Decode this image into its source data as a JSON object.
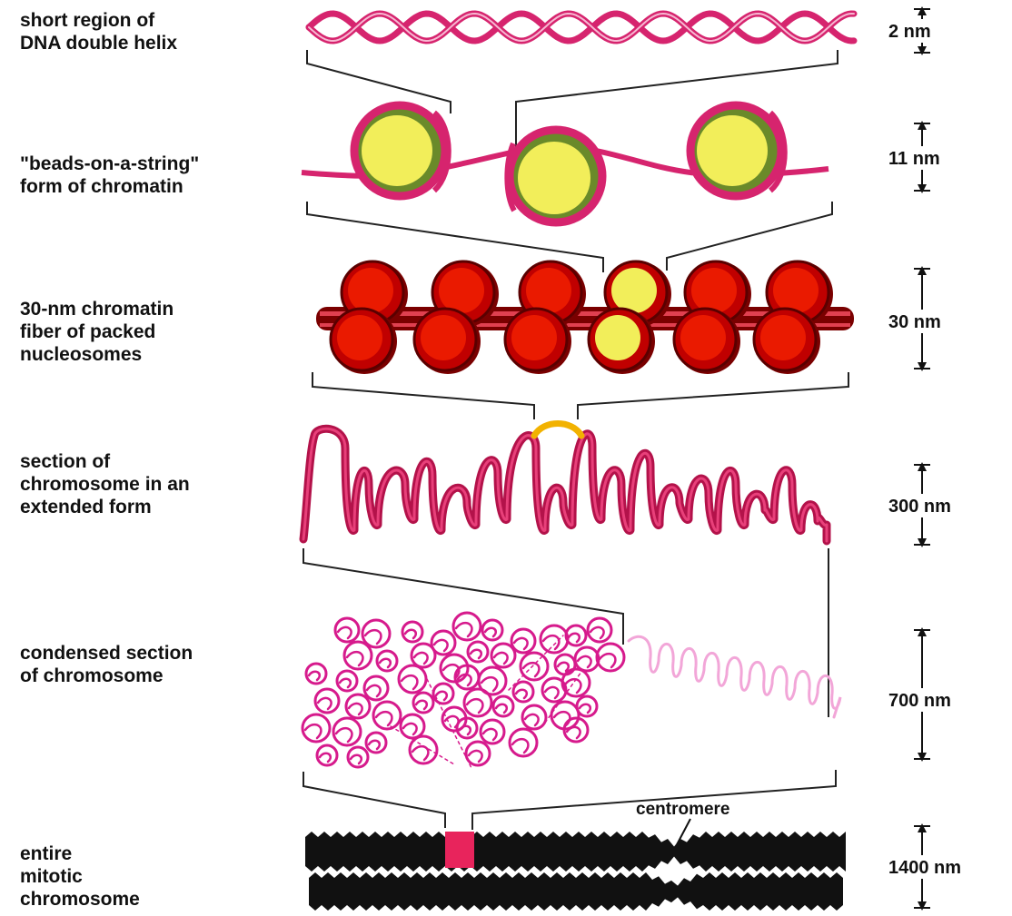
{
  "levels": [
    {
      "label_lines": [
        "short region of",
        "DNA double helix"
      ],
      "scale": "2 nm"
    },
    {
      "label_lines": [
        "\"beads-on-a-string\"",
        "form of chromatin"
      ],
      "scale": "11 nm"
    },
    {
      "label_lines": [
        "30-nm chromatin",
        "fiber of packed",
        "nucleosomes"
      ],
      "scale": "30 nm"
    },
    {
      "label_lines": [
        "section of",
        "chromosome in an",
        "extended form"
      ],
      "scale": "300 nm"
    },
    {
      "label_lines": [
        "condensed section",
        "of chromosome"
      ],
      "scale": "700 nm"
    },
    {
      "label_lines": [
        "entire",
        "mitotic",
        "chromosome"
      ],
      "scale": "1400 nm"
    }
  ],
  "annotations": {
    "centromere": "centromere"
  },
  "colors": {
    "dna": "#d6246e",
    "bead": "#f2ee5a",
    "fiber_red": "#ea1a00",
    "fiber_dark": "#7a0000",
    "condensed": "#d61a8c",
    "condensed_light": "#f2a6d8",
    "chromosome": "#111111",
    "highlight_orange": "#f2b200",
    "highlight_pink": "#e8245c"
  }
}
